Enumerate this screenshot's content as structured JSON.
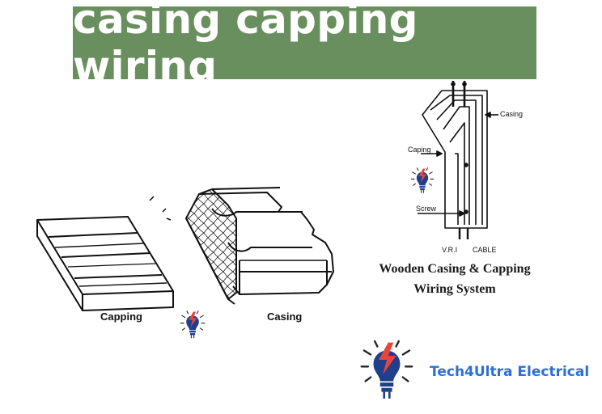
{
  "title": "casing capping wiring",
  "labels": {
    "capping": "Capping",
    "casing": "Casing",
    "right_casing": "Casing",
    "right_capping": "Caping",
    "screw": "Screw",
    "vri": "V.R.I",
    "cable": "CABLE"
  },
  "caption": {
    "line1": "Wooden Casing & Capping",
    "line2": "Wiring System"
  },
  "brand": "Tech4Ultra Electrical",
  "colors": {
    "banner": "#6a8f5e",
    "brand_blue": "#2d6fd6",
    "bolt_red": "#e8443a",
    "bulb_navy": "#1f3f8a"
  }
}
